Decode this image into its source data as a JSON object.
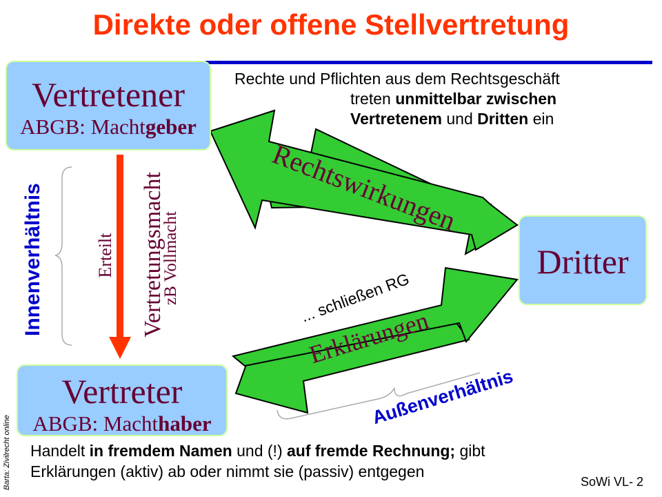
{
  "title": "Direkte oder offene Stellvertretung",
  "vertretener": {
    "main": "Vertretener",
    "sub_prefix": "ABGB: Macht",
    "sub_bold": "geber"
  },
  "vertreter": {
    "main": "Vertreter",
    "sub_prefix": "ABGB: Macht",
    "sub_bold": "haber"
  },
  "dritter": {
    "main": "Dritter"
  },
  "rechtswirkungen_text": {
    "line1": "Rechte und Pflichten aus dem Rechtsgeschäft",
    "line2_a": "treten ",
    "line2_b": "unmittelbar zwischen",
    "line3_a": "Vertretenem",
    "line3_b": " und ",
    "line3_c": "Dritten",
    "line3_d": " ein"
  },
  "labels": {
    "innenverhaeltnis": "Innenverhältnis",
    "erteilt": "Erteilt",
    "vertretungsmacht": "Vertretungsmacht",
    "zb_vollmacht": "zB Vollmacht",
    "rechtswirkungen": "Rechtswirkungen",
    "erklaerungen": "Erklärungen",
    "schliessen_rg": "... schließen RG",
    "aussenverhaeltnis": "Außenverhältnis"
  },
  "bottom_text": {
    "p1": "Handelt ",
    "p2": "in fremdem Namen",
    "p3": " und (!) ",
    "p4": "auf fremde Rechnung;",
    "p5": " gibt",
    "line2": "Erklärungen (aktiv) ab oder nimmt sie (passiv) entgegen"
  },
  "footer": {
    "left": "Barta: Zivilrecht online",
    "right": "SoWi VL- 2"
  },
  "colors": {
    "title": "#ff3300",
    "box_fill": "#99ccff",
    "box_border": "#ccff99",
    "box_text": "#660033",
    "arrow_fill": "#33cc33",
    "vertical_arrow": "#ff3300",
    "blue": "#0000cc"
  }
}
